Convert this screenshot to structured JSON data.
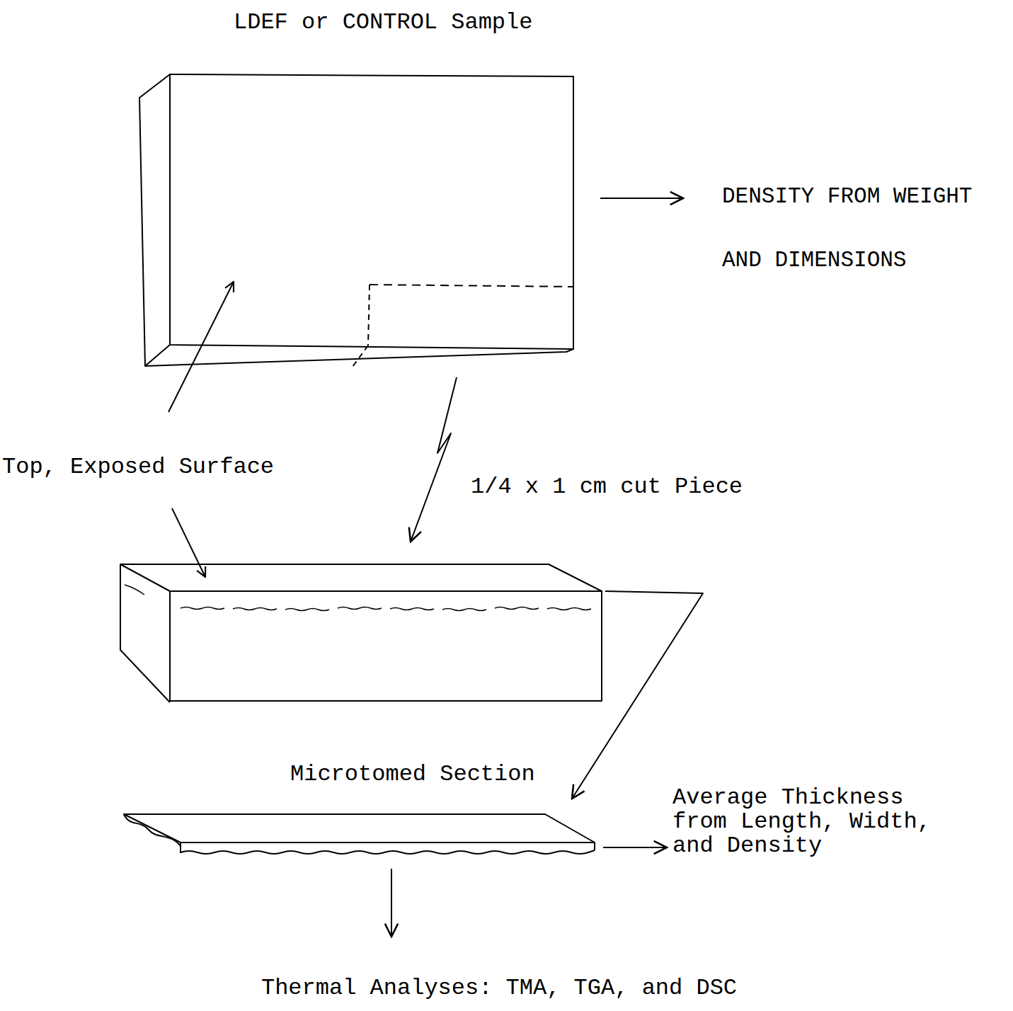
{
  "diagram": {
    "nodes": [
      {
        "text": [
          "LDEF or CONTROL Sample"
        ]
      },
      {
        "text": [
          "DENSITY FROM WEIGHT AND DIMENSIONS"
        ]
      },
      {
        "text": [
          "1/4 x 1 cm cut Piece"
        ]
      },
      {
        "text": [
          "Microtomed Section"
        ]
      },
      {
        "text": [
          "Average Thickness from Length, Width, and Density"
        ]
      },
      {
        "text": [
          "Thermal Analyses: TMA, TGA, and DSC"
        ]
      }
    ],
    "edges": [
      {
        "from": 0,
        "to": 1,
        "arrow": "to"
      },
      {
        "from": 0,
        "to": 2,
        "arrow": "to"
      },
      {
        "from": 2,
        "to": 3,
        "arrow": "to"
      },
      {
        "from": 3,
        "to": 4,
        "arrow": "to"
      },
      {
        "from": 3,
        "to": 5,
        "arrow": "to"
      }
    ],
    "labels": [
      "Top, Exposed Surface"
    ]
  }
}
